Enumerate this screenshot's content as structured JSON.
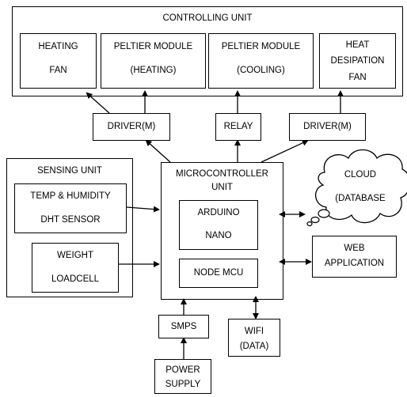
{
  "controlling_unit": {
    "title": "CONTROLLING UNIT",
    "heating_fan": [
      "HEATING",
      "FAN"
    ],
    "peltier_heating": [
      "PELTIER MODULE",
      "(HEATING)"
    ],
    "peltier_cooling": [
      "PELTIER MODULE",
      "(COOLING)"
    ],
    "heat_dissipation_fan": [
      "HEAT",
      "DESIPATION",
      "FAN"
    ]
  },
  "drivers": {
    "driver_left": "DRIVER(M)",
    "relay": "RELAY",
    "driver_right": "DRIVER(M)"
  },
  "sensing_unit": {
    "title": "SENSING UNIT",
    "temp_humidity": [
      "TEMP & HUMIDITY",
      "DHT  SENSOR"
    ],
    "weight": [
      "WEIGHT",
      "LOADCELL"
    ]
  },
  "microcontroller_unit": {
    "title": [
      "MICROCONTROLLER",
      "UNIT"
    ],
    "arduino": [
      "ARDUINO",
      "NANO"
    ],
    "node_mcu": "NODE MCU"
  },
  "cloud": [
    "CLOUD",
    "(DATABASE"
  ],
  "web_application": [
    "WEB",
    "APPLICATION"
  ],
  "smps": "SMPS",
  "wifi": [
    "WIFI",
    "(DATA)"
  ],
  "power_supply": [
    "POWER",
    "SUPPLY"
  ]
}
